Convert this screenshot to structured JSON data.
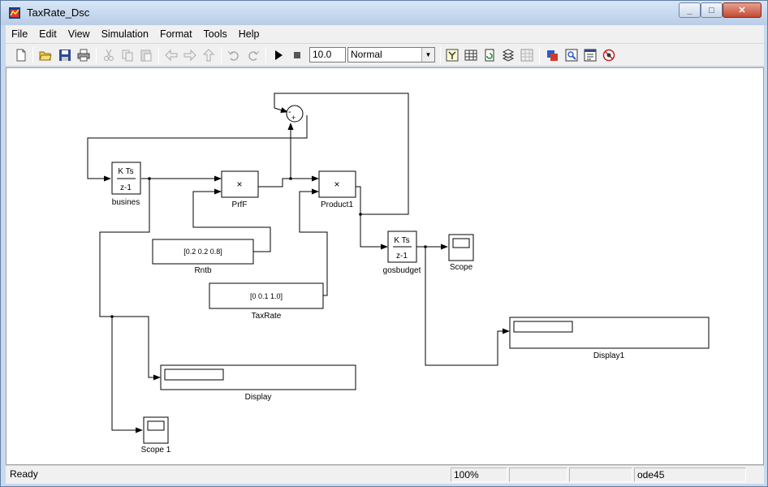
{
  "window": {
    "title": "TaxRate_Dsc",
    "min_label": "_",
    "max_label": "□",
    "close_label": "✕"
  },
  "menu": [
    "File",
    "Edit",
    "View",
    "Simulation",
    "Format",
    "Tools",
    "Help"
  ],
  "toolbar": {
    "stop_time": "10.0",
    "sim_mode": "Normal",
    "icons": [
      "new-icon",
      "open-icon",
      "save-icon",
      "print-icon",
      "cut-icon",
      "copy-icon",
      "paste-icon",
      "back-icon",
      "forward-icon",
      "up-icon",
      "undo-icon",
      "redo-icon",
      "run-icon",
      "stop-icon",
      "library-icon",
      "model-explorer-icon",
      "update-diagram-icon",
      "build-icon",
      "scope-icon",
      "debug-icon",
      "find-icon",
      "properties-icon",
      "profiler-icon"
    ]
  },
  "blocks": {
    "busines": {
      "label": "busines",
      "top": "K Ts",
      "bottom": "z-1"
    },
    "prff": {
      "label": "PrfF",
      "symbol": "×"
    },
    "product1": {
      "label": "Product1",
      "symbol": "×"
    },
    "sum_minus": "-",
    "sum_plus": "+",
    "rntb": {
      "label": "Rntb",
      "value": "[0.2  0.2  0.8]"
    },
    "taxrate": {
      "label": "TaxRate",
      "value": "[0  0.1  1.0]"
    },
    "gosbudget": {
      "label": "gosbudget",
      "top": "K Ts",
      "bottom": "z-1"
    },
    "scope": {
      "label": "Scope"
    },
    "scope1": {
      "label": "Scope 1"
    },
    "display": {
      "label": "Display"
    },
    "display1": {
      "label": "Display1"
    }
  },
  "status": {
    "ready": "Ready",
    "zoom": "100%",
    "empty1": "",
    "empty2": "",
    "solver": "ode45"
  }
}
